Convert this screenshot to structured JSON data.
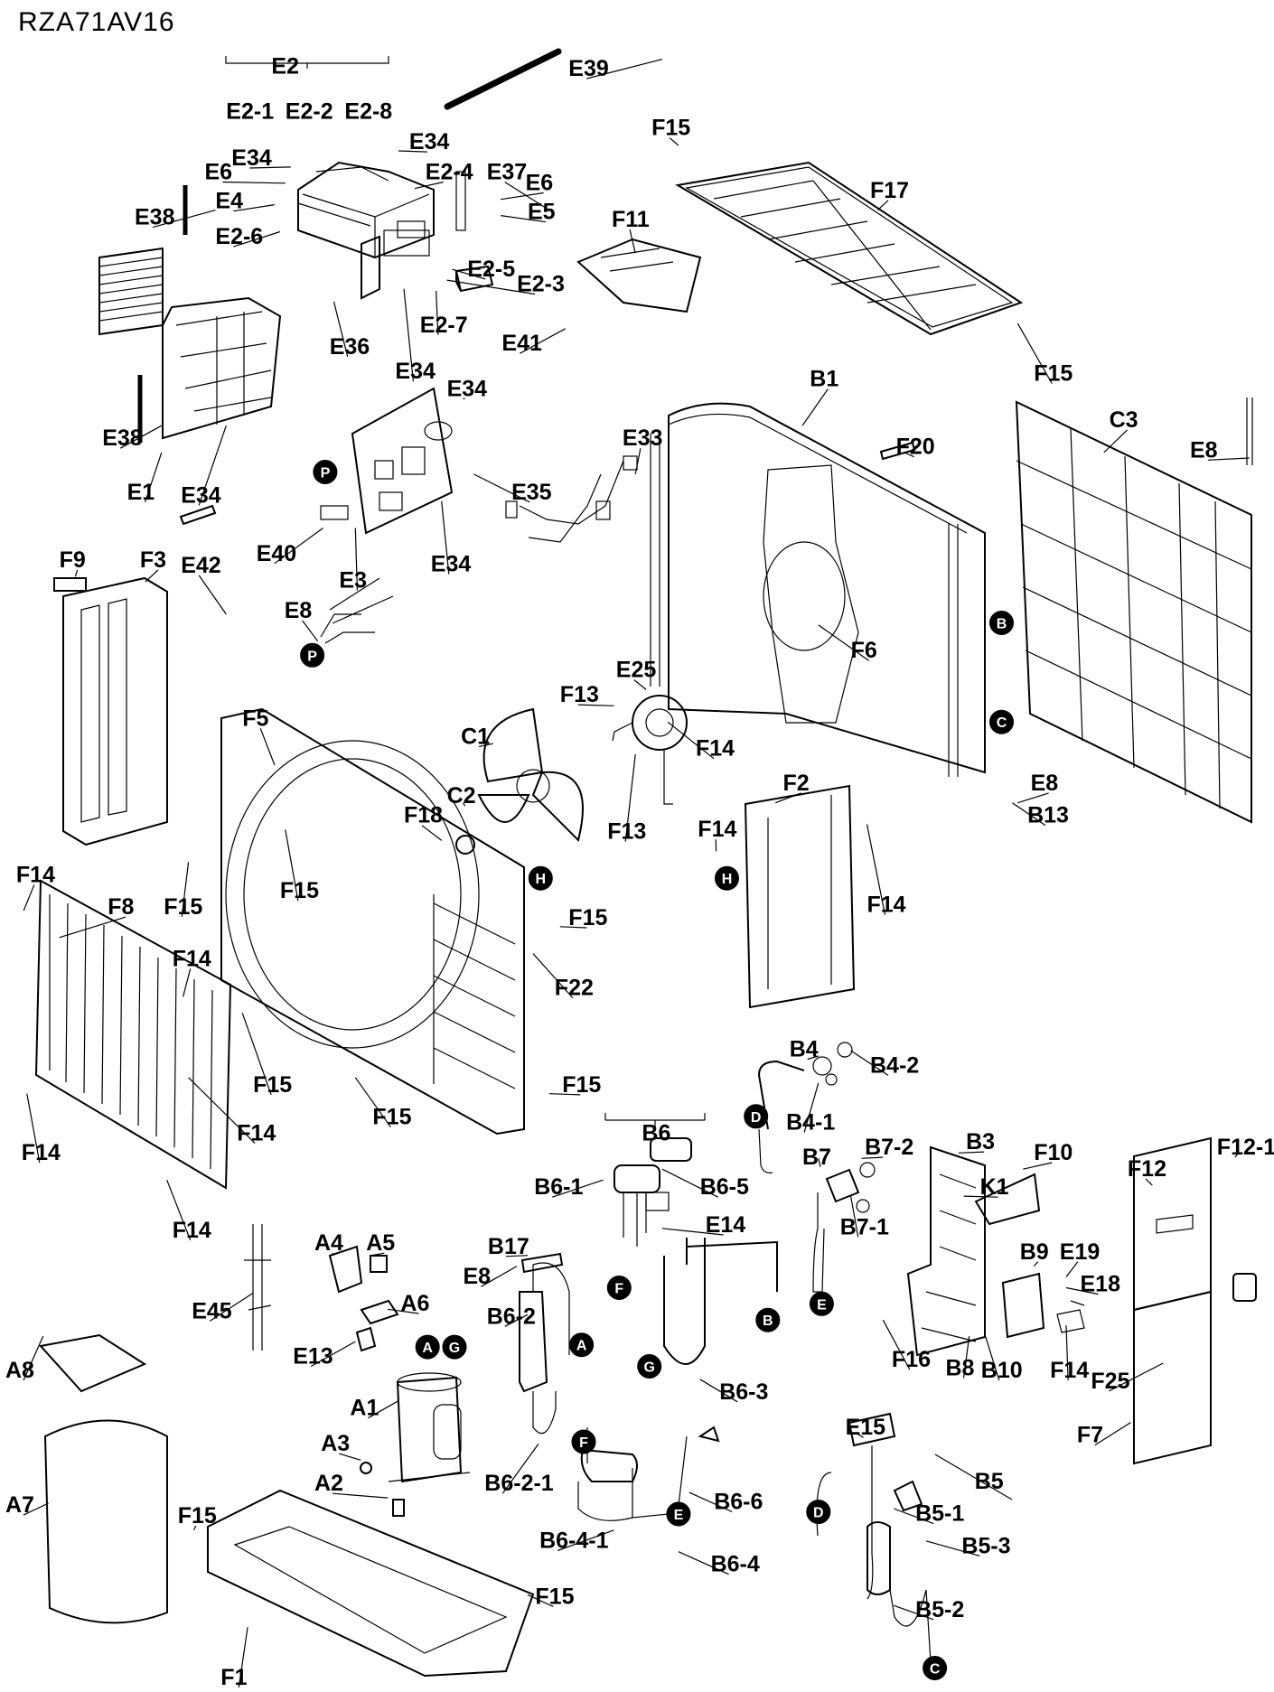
{
  "model": "RZA71AV16",
  "labels": {
    "E2": "E2",
    "E2_1": "E2-1",
    "E2_2": "E2-2",
    "E2_8": "E2-8",
    "E39": "E39",
    "E34": "E34",
    "E2_4": "E2-4",
    "E37": "E37",
    "E6": "E6",
    "E5": "E5",
    "E4": "E4",
    "E38": "E38",
    "E2_6": "E2-6",
    "E2_5": "E2-5",
    "E2_3": "E2-3",
    "E36": "E36",
    "E2_7": "E2-7",
    "E41": "E41",
    "E1": "E1",
    "E35": "E35",
    "E40": "E40",
    "E3": "E3",
    "E42": "E42",
    "E8": "E8",
    "E33": "E33",
    "E25": "E25",
    "F15": "F15",
    "F17": "F17",
    "F11": "F11",
    "B1": "B1",
    "F20": "F20",
    "C3": "C3",
    "F6": "F6",
    "F13": "F13",
    "F14": "F14",
    "F9": "F9",
    "F3": "F3",
    "F5": "F5",
    "C1": "C1",
    "C2": "C2",
    "F18": "F18",
    "F2": "F2",
    "B13": "B13",
    "F8": "F8",
    "F22": "F22",
    "B4": "B4",
    "B4_2": "B4-2",
    "B4_1": "B4-1",
    "B6": "B6",
    "B6_1": "B6-1",
    "B6_5": "B6-5",
    "B7": "B7",
    "B7_2": "B7-2",
    "B7_1": "B7-1",
    "B3": "B3",
    "F10": "F10",
    "K1": "K1",
    "F12": "F12",
    "F12_1": "F12-1",
    "E14": "E14",
    "B17": "B17",
    "E45": "E45",
    "A4": "A4",
    "A5": "A5",
    "A6": "A6",
    "E13": "E13",
    "A8": "A8",
    "B6_2": "B6-2",
    "B9": "B9",
    "E19": "E19",
    "E18": "E18",
    "F16": "F16",
    "B8": "B8",
    "B10": "B10",
    "F25": "F25",
    "A1": "A1",
    "B6_3": "B6-3",
    "E15": "E15",
    "B5": "B5",
    "A3": "A3",
    "A2": "A2",
    "B6_2_1": "B6-2-1",
    "B6_6": "B6-6",
    "B5_1": "B5-1",
    "B5_3": "B5-3",
    "A7": "A7",
    "F7": "F7",
    "B6_4_1": "B6-4-1",
    "B6_4": "B6-4",
    "B5_2": "B5-2",
    "F1": "F1"
  },
  "markers": {
    "P": "P",
    "B": "B",
    "C": "C",
    "H": "H",
    "D": "D",
    "E": "E",
    "F": "F",
    "A": "A",
    "G": "G"
  }
}
